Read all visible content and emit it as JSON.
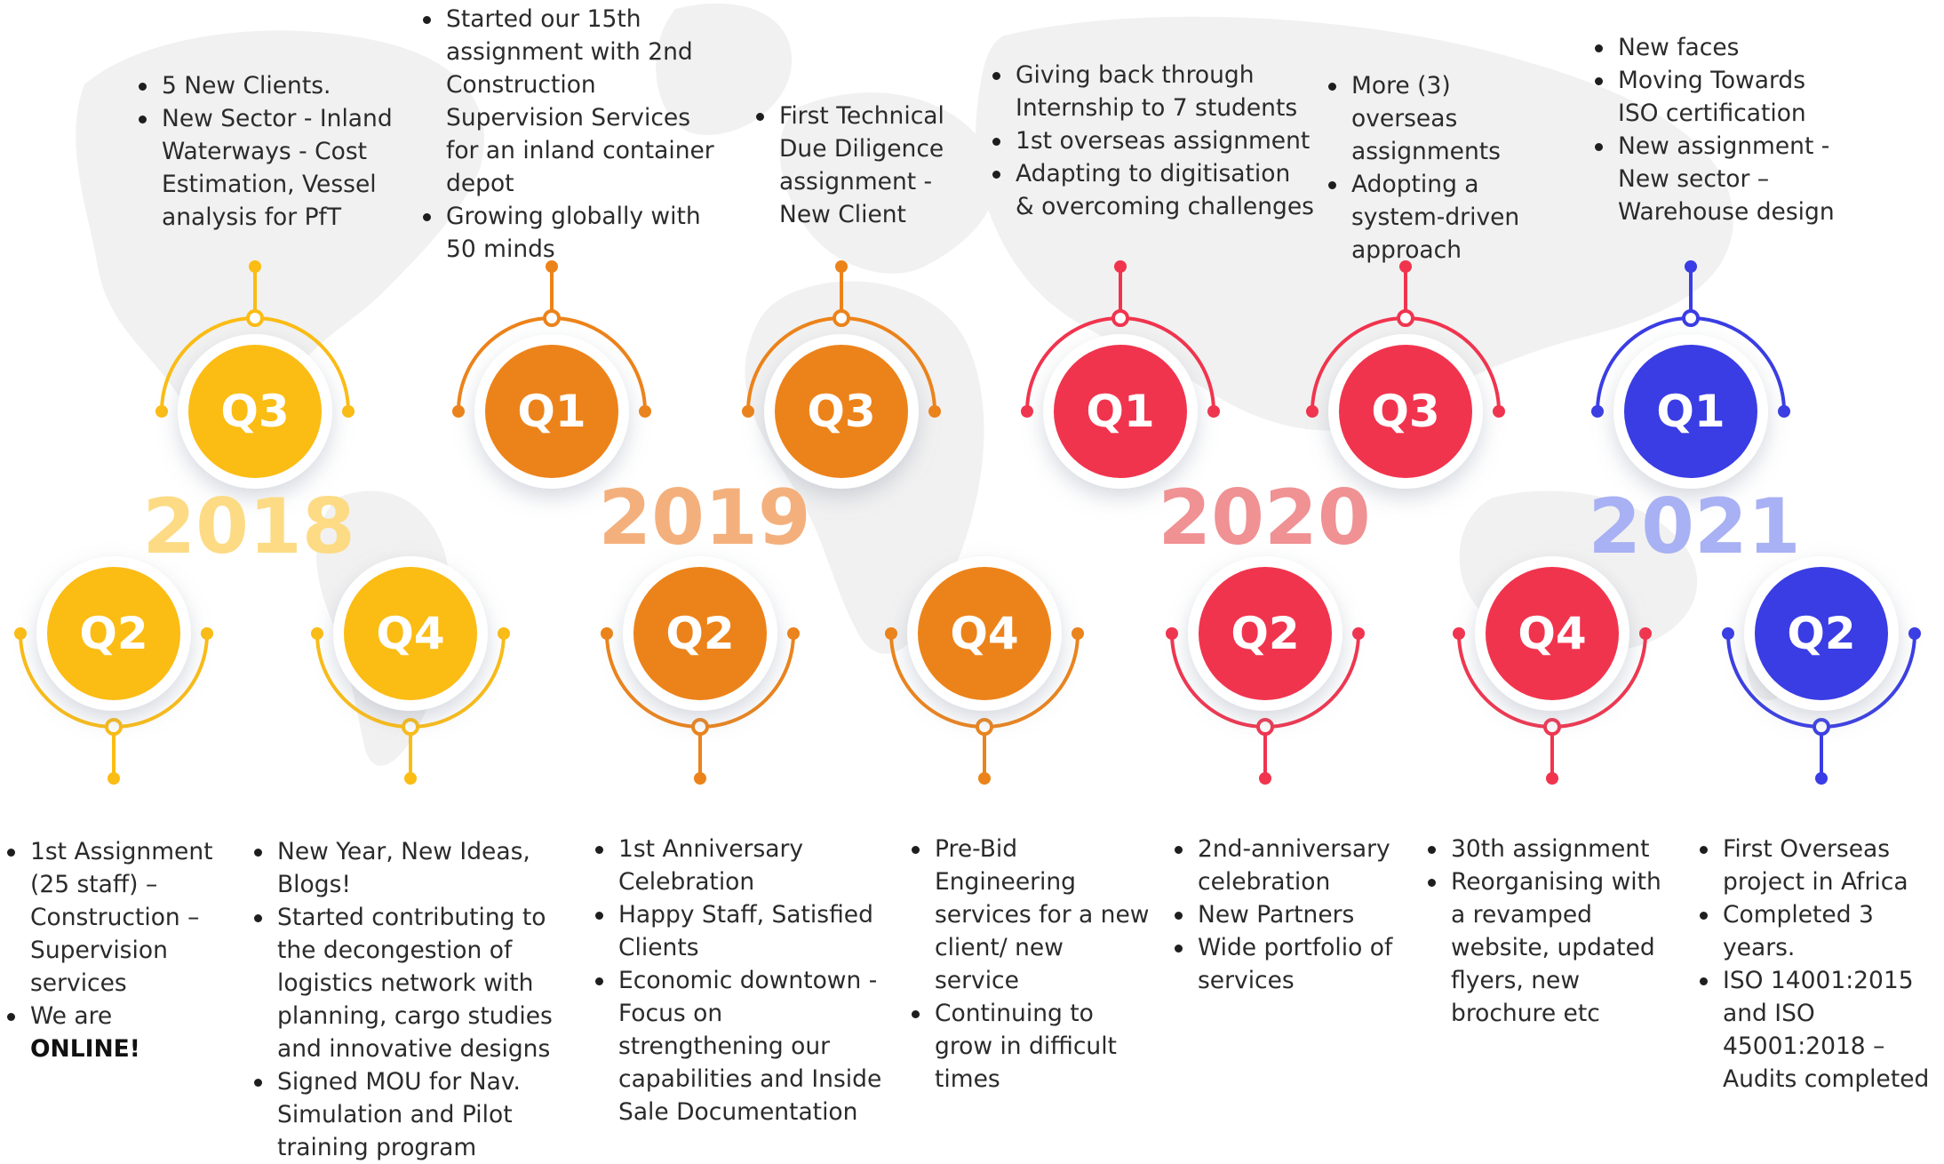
{
  "colors": {
    "y2018": "#fbbc14",
    "y2019": "#ec831a",
    "y2020": "#f1344e",
    "y2021": "#3a3de3",
    "y2018_year": "#fddb85",
    "y2019_year": "#f4b07c",
    "y2020_year": "#f09193",
    "y2021_year": "#a8b1f3"
  },
  "years": [
    {
      "id": "y2018",
      "label": "2018"
    },
    {
      "id": "y2019",
      "label": "2019"
    },
    {
      "id": "y2020",
      "label": "2020"
    },
    {
      "id": "y2021",
      "label": "2021"
    }
  ],
  "quarters": [
    {
      "id": "q2-2018",
      "label": "Q2",
      "year": "y2018",
      "side": "bottom"
    },
    {
      "id": "q3-2018",
      "label": "Q3",
      "year": "y2018",
      "side": "top"
    },
    {
      "id": "q4-2018",
      "label": "Q4",
      "year": "y2018",
      "side": "bottom"
    },
    {
      "id": "q1-2019",
      "label": "Q1",
      "year": "y2019",
      "side": "top"
    },
    {
      "id": "q2-2019",
      "label": "Q2",
      "year": "y2019",
      "side": "bottom"
    },
    {
      "id": "q3-2019",
      "label": "Q3",
      "year": "y2019",
      "side": "top"
    },
    {
      "id": "q4-2019",
      "label": "Q4",
      "year": "y2019",
      "side": "bottom"
    },
    {
      "id": "q1-2020",
      "label": "Q1",
      "year": "y2020",
      "side": "top"
    },
    {
      "id": "q2-2020",
      "label": "Q2",
      "year": "y2020",
      "side": "bottom"
    },
    {
      "id": "q3-2020",
      "label": "Q3",
      "year": "y2020",
      "side": "top"
    },
    {
      "id": "q4-2020",
      "label": "Q4",
      "year": "y2020",
      "side": "bottom"
    },
    {
      "id": "q1-2021",
      "label": "Q1",
      "year": "y2021",
      "side": "top"
    },
    {
      "id": "q2-2021",
      "label": "Q2",
      "year": "y2021",
      "side": "bottom"
    }
  ],
  "notes": {
    "q3_2018": [
      "5 New Clients.",
      "New Sector - Inland Waterways - Cost Estimation, Vessel analysis for PfT"
    ],
    "q1_2019": [
      "Started our 15th assignment with 2nd Construction Supervision Services for an inland container depot",
      "Growing globally with 50 minds"
    ],
    "q3_2019": [
      "First Technical Due Diligence assignment - New Client"
    ],
    "q1_2020": [
      "Giving back through Internship to 7 students",
      "1st overseas assignment",
      "Adapting to digitisation & overcoming challenges"
    ],
    "q3_2020": [
      "More (3) overseas assignments",
      "Adopting a system-driven approach"
    ],
    "q1_2021": [
      "New faces",
      "Moving Towards ISO certification",
      "New assignment - New sector – Warehouse design"
    ],
    "q2_2018": [
      "1st Assignment (25 staff) – Construction – Supervision services"
    ],
    "q2_2018_online_prefix": "We are ",
    "q2_2018_online_bold": "ONLINE!",
    "q4_2018": [
      "New Year, New Ideas, Blogs!",
      "Started contributing to the decongestion of logistics network with planning, cargo studies and innovative designs",
      "Signed MOU for Nav. Simulation and Pilot training program"
    ],
    "q2_2019": [
      "1st Anniversary Celebration",
      "Happy Staff, Satisfied Clients",
      "Economic downtown - Focus on strengthening our capabilities and Inside Sale Documentation"
    ],
    "q4_2019": [
      "Pre-Bid Engineering services for a new client/ new service",
      "Continuing to grow in difficult times"
    ],
    "q2_2020": [
      "2nd-anniversary celebration",
      "New Partners",
      "Wide portfolio of services"
    ],
    "q4_2020": [
      "30th assignment",
      "Reorganising with a revamped website, updated flyers, new brochure etc"
    ],
    "q2_2021": [
      "First Overseas project in Africa",
      "Completed 3 years.",
      "ISO 14001:2015 and ISO 45001:2018 – Audits completed"
    ]
  }
}
